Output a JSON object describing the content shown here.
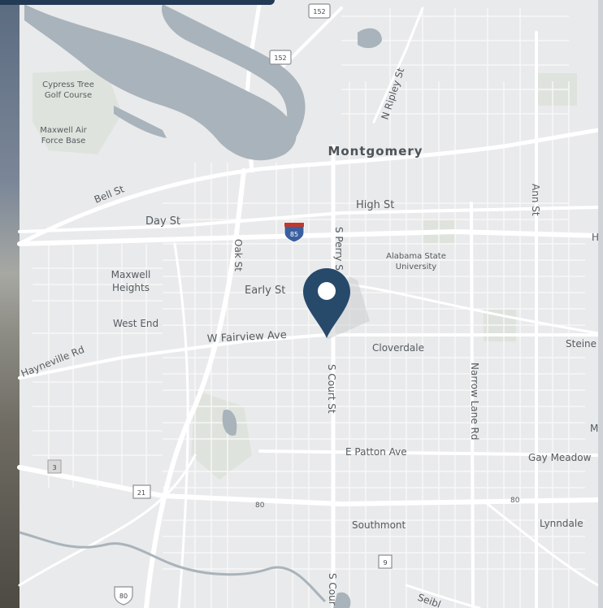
{
  "map": {
    "labels": {
      "montgomery": "Montgomery",
      "golf_course_1": "Cypress Tree",
      "golf_course_2": "Golf Course",
      "afb_1": "Maxwell Air",
      "afb_2": "Force Base",
      "bell_st": "Bell St",
      "day_st": "Day St",
      "high_st": "High St",
      "n_ripley_st": "N Ripley St",
      "ann_st": "Ann St",
      "oak_st": "Oak St",
      "s_perry_st": "S Perry S",
      "asu_1": "Alabama State",
      "asu_2": "University",
      "maxwell_heights_1": "Maxwell",
      "maxwell_heights_2": "Heights",
      "early_st": "Early St",
      "west_end": "West End",
      "w_fairview_ave": "W Fairview Ave",
      "cloverdale": "Cloverdale",
      "steiner": "Steine",
      "hayneville_rd": "Hayneville Rd",
      "s_court_st": "S Court St",
      "narrow_lane_rd": "Narrow Lane Rd",
      "e_patton_ave": "E Patton Ave",
      "gay_meadow": "Gay Meadow",
      "southmont": "Southmont",
      "lynndale": "Lynndale",
      "seibl": "Seibl",
      "s_court_st_2": "S Cour",
      "m_edge": "M",
      "h_edge": "H",
      "route_80_a": "80",
      "route_80_b": "80"
    },
    "shields": {
      "us_152_a": "152",
      "us_152_b": "152",
      "i_85": "85",
      "sr_3": "3",
      "sr_21": "21",
      "sr_9": "9",
      "us_80": "80"
    },
    "colors": {
      "water": "#a9b3bb",
      "road": "#ffffff",
      "park": "#dde1dc",
      "pin": "#274a6b",
      "header_band": "#233a55"
    },
    "marker": {
      "icon": "map-pin-icon"
    }
  }
}
